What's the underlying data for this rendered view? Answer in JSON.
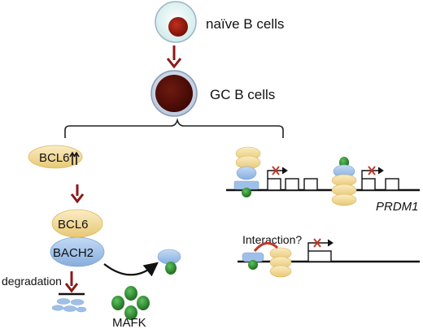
{
  "cells": {
    "naive_label": "naïve B cells",
    "gc_label": "GC B cells"
  },
  "left_pathway": {
    "bcl6_up_label": "BCL6",
    "bcl6_label": "BCL6",
    "bach2_label": "BACH2",
    "degradation_label": "degradation",
    "mafk_label": "MAFK"
  },
  "right_pathway": {
    "gene_label": "PRDM1",
    "interaction_label": "Interaction?"
  },
  "colors": {
    "arrow_red": "#8b1a1a",
    "nucleus_dark": "#5a0f0a",
    "nucleus_red": "#a0180f",
    "bcl6_yellow": "#f2d898",
    "bach2_blue": "#9ec0e8",
    "mafk_green": "#2e8b2e",
    "repress_x": "#c0392b",
    "naive_cytoplasm": "#dff3f1"
  }
}
